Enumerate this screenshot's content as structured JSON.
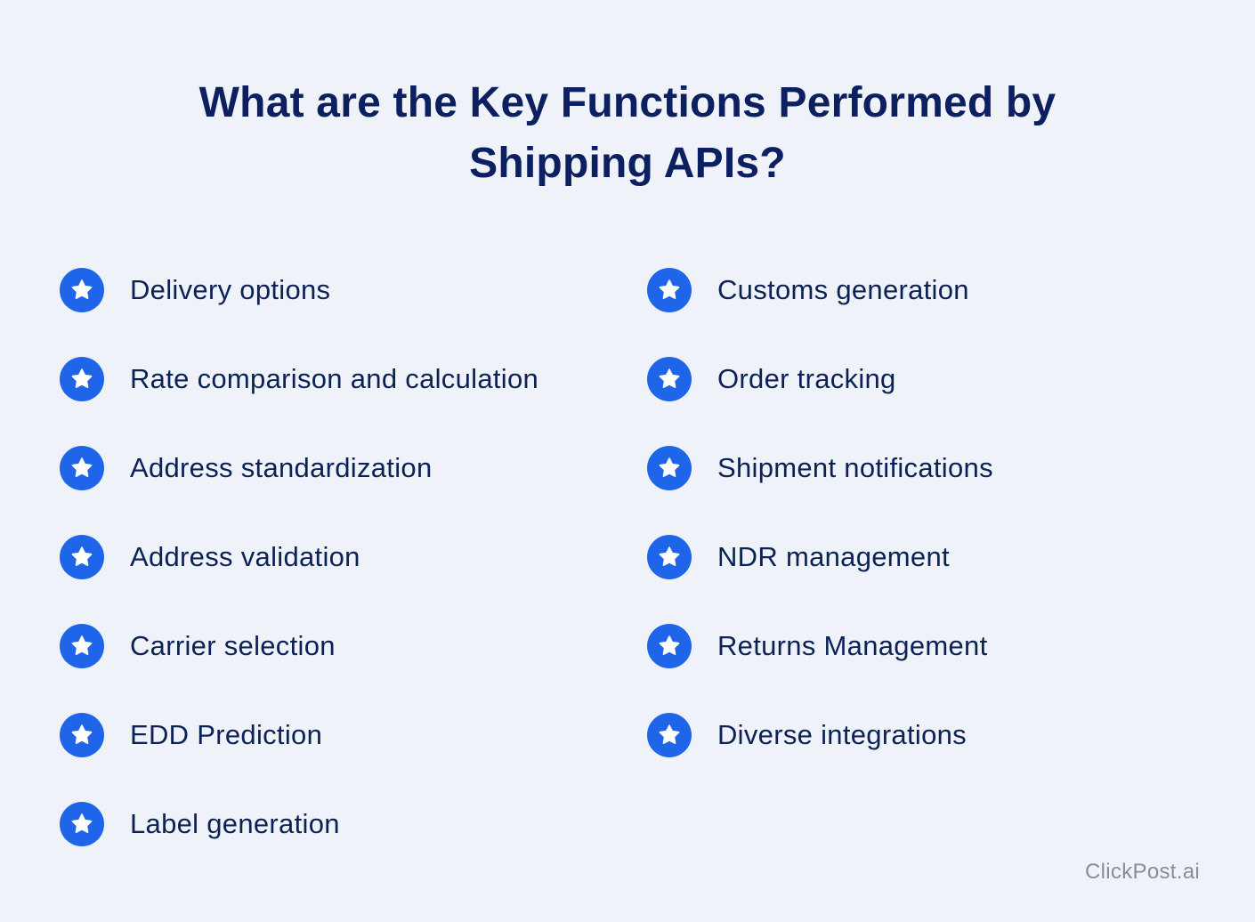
{
  "title": {
    "line1": "What are the Key Functions Performed by",
    "line2": "Shipping APIs?"
  },
  "icon": "star-icon",
  "colors": {
    "background": "#eff3f9",
    "title": "#0c2061",
    "text": "#0c2255",
    "badge": "#1f65ea",
    "star": "#ffffff",
    "brand": "#8a8d93"
  },
  "left_column": [
    {
      "label": "Delivery options"
    },
    {
      "label": "Rate comparison and calculation"
    },
    {
      "label": "Address standardization"
    },
    {
      "label": "Address validation"
    },
    {
      "label": "Carrier selection"
    },
    {
      "label": "EDD Prediction"
    },
    {
      "label": "Label generation"
    }
  ],
  "right_column": [
    {
      "label": "Customs generation"
    },
    {
      "label": "Order tracking"
    },
    {
      "label": "Shipment notifications"
    },
    {
      "label": "NDR management"
    },
    {
      "label": "Returns Management"
    },
    {
      "label": "Diverse integrations"
    }
  ],
  "brand": "ClickPost.ai"
}
